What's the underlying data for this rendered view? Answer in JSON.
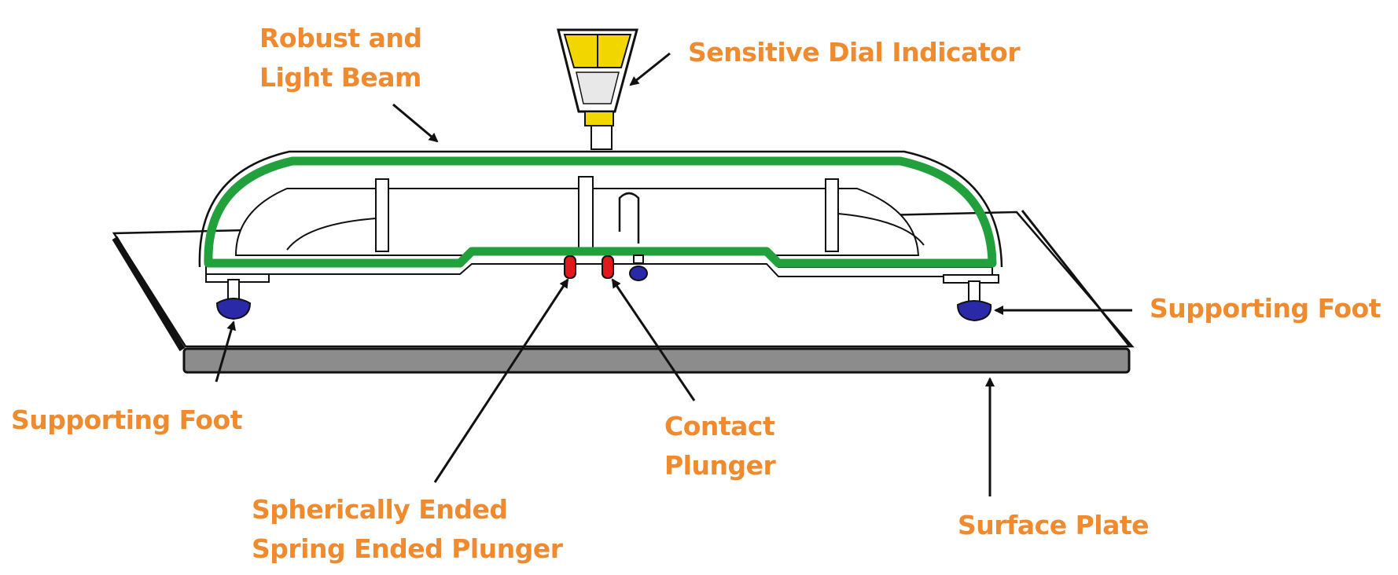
{
  "diagram": {
    "labels": {
      "beam": {
        "line1": "Robust and",
        "line2": "Light Beam"
      },
      "dial": "Sensitive Dial Indicator",
      "foot_right": "Supporting Foot",
      "foot_left": "Supporting Foot",
      "contact": {
        "line1": "Contact",
        "line2": "Plunger"
      },
      "spherical": {
        "line1": "Spherically Ended",
        "line2": "Spring Ended Plunger"
      },
      "plate": "Surface Plate"
    },
    "colors": {
      "label": "#ef8a2e",
      "beam": "#22a03c",
      "plate": "#8c8c8c",
      "foot": "#2a2aa8",
      "plunger": "#e01a1a",
      "dial": "#f2d600",
      "outline": "#111111"
    }
  }
}
